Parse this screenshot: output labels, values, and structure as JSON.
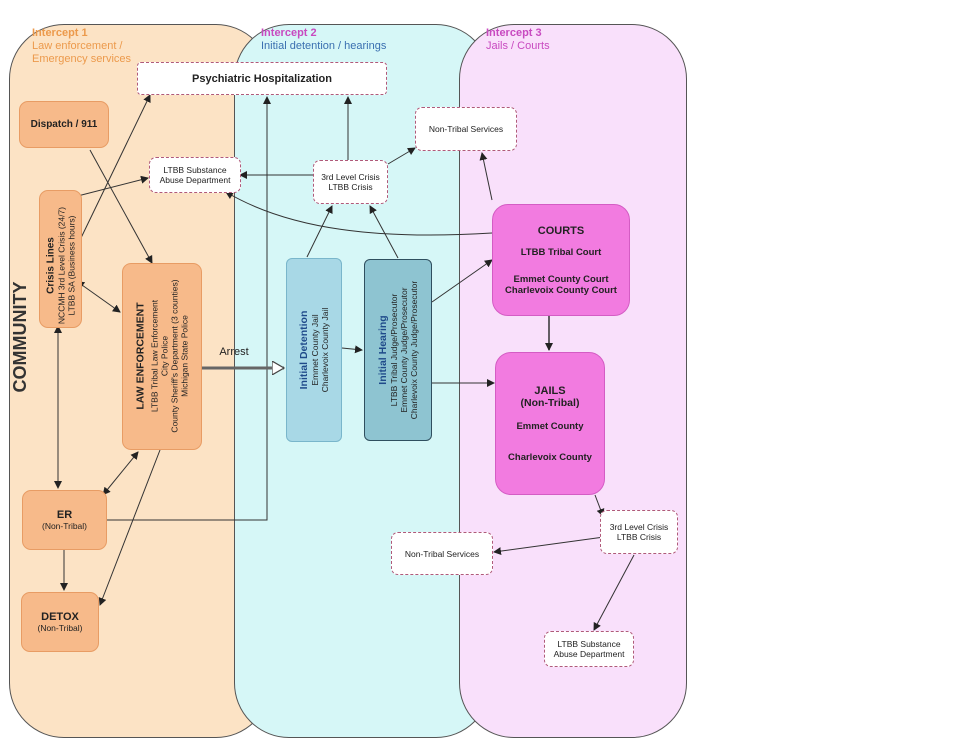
{
  "community_label": "COMMUNITY",
  "intercepts": [
    {
      "title": "Intercept 1",
      "subtitle_line1": "Law enforcement /",
      "subtitle_line2": "Emergency services",
      "color": "#f0a050"
    },
    {
      "title": "Intercept 2",
      "subtitle": "Initial detention / hearings",
      "color": "#3a6fb0"
    },
    {
      "title": "Intercept 3",
      "subtitle": "Jails / Courts",
      "color": "#c84ac0"
    }
  ],
  "nodes": {
    "psychiatric": "Psychiatric Hospitalization",
    "dispatch": "Dispatch / 911",
    "ltbb_sa_top": {
      "line1": "LTBB Substance",
      "line2": "Abuse Department"
    },
    "crisis_lines": {
      "title": "Crisis Lines",
      "line1": "NCCMH 3rd Level Crisis (24/7)",
      "line2": "LTBB SA (Business hours)"
    },
    "law_enforcement": {
      "title": "LAW ENFORCEMENT",
      "line1": "LTBB Tribal Law Enforcement",
      "line2": "City Police",
      "line3": "County Sheriff's Department (3 counties)",
      "line4": "Michigan State Police"
    },
    "er": {
      "title": "ER",
      "sub": "(Non-Tribal)"
    },
    "detox": {
      "title": "DETOX",
      "sub": "(Non-Tribal)"
    },
    "crisis_mid": {
      "line1": "3rd Level Crisis",
      "line2": "LTBB Crisis"
    },
    "non_tribal_top": "Non-Tribal Services",
    "initial_detention": {
      "title": "Initial Detention",
      "line1": "Emmet County Jail",
      "line2": "Charlevoix County Jail"
    },
    "initial_hearing": {
      "title": "Initial Hearing",
      "line1": "LTBB Tribal Judge/Prosecutor",
      "line2": "Emmet County Judge/Prosecutor",
      "line3": "Charlevoix County Judge/Prosecutor"
    },
    "courts": {
      "title": "COURTS",
      "line1": "LTBB Tribal Court",
      "line2": "Emmet County Court",
      "line3": "Charlevoix County Court"
    },
    "jails": {
      "title1": "JAILS",
      "title2": "(Non-Tribal)",
      "line1": "Emmet County",
      "line2": "Charlevoix County"
    },
    "crisis_bottom": {
      "line1": "3rd Level Crisis",
      "line2": "LTBB Crisis"
    },
    "non_tribal_bottom": "Non-Tribal Services",
    "ltbb_sa_bottom": {
      "line1": "LTBB Substance",
      "line2": "Abuse Department"
    }
  },
  "edge_labels": {
    "arrest": "Arrest"
  }
}
